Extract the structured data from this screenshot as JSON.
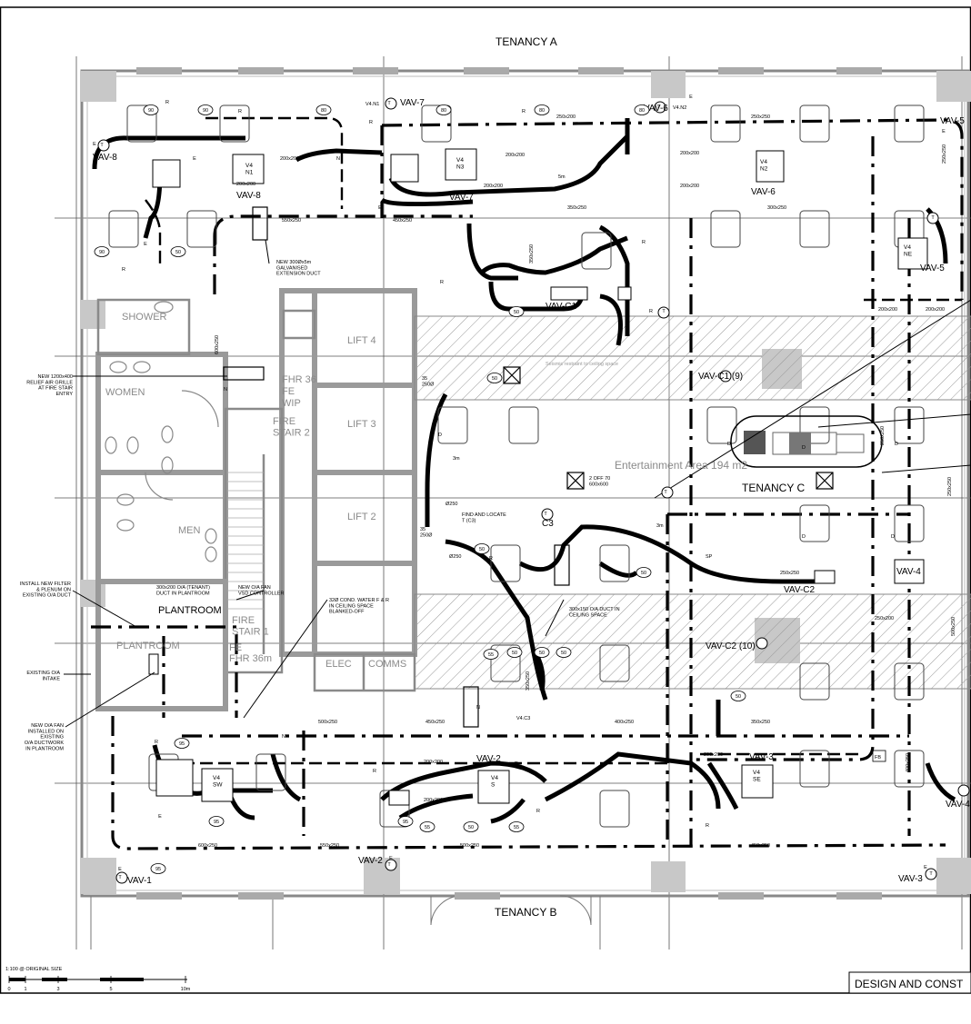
{
  "title_block": "DESIGN AND CONST",
  "scale_note": "1:100 @ ORIGINAL SIZE",
  "scale_ticks": [
    "0",
    "1",
    "3",
    "5",
    "10m"
  ],
  "tenancies": {
    "a": "TENANCY A",
    "b": "TENANCY B",
    "c": "TENANCY C"
  },
  "entertainment_area": "Entertainment Area 194 m2",
  "rooms": {
    "shower": "SHOWER",
    "women": "WOMEN",
    "men": "MEN",
    "plantroom": "PLANTROOM",
    "plantroom_dup": "PLANTROOM",
    "lift4": "LIFT 4",
    "lift3": "LIFT 3",
    "lift2": "LIFT 2",
    "fire_stair2": "FIRE\nSTAIR 2",
    "fire_stair1": "FIRE\nSTAIR 1",
    "fhr_upper": "FHR 36",
    "fe_upper": "FE",
    "wip": "WIP",
    "fe_lower": "FE",
    "fhr_lower": "FHR 36m",
    "elec": "ELEC",
    "comms": "COMMS",
    "fb": "FB"
  },
  "notes": {
    "relief": "NEW 1200x400\nRELIEF AIR GRILLE\nAT FIRE STAIR\nENTRY",
    "filter": "INSTALL NEW FILTER\n& PLENUM ON\nEXISTING O/A DUCT",
    "oa_intake": "EXISTING O/A\nINTAKE",
    "oa_fan": "NEW O/A FAN\nINSTALLED ON\nEXISTING\nO/A DUCTWORK\nIN PLANTROOM",
    "extension": "NEW 300Øx5m\nGALVANISED\nEXTENSION DUCT",
    "oa_tenant": "300x200 O/A (TENANT)\nDUCT IN PLANTROOM",
    "vsd": "NEW O/A FAN\nVSD CONTROLLER",
    "cond_water": "32Ø COND. WATER F & R\nIN CEILING SPACE\nBLANKED-OFF",
    "find_locate": "FIND AND LOCATE\nT (C3)",
    "oa_ceiling": "300x150 O/A DUCT IN\nCEILING SPACE",
    "off_grille": "2 OFF 70\n600x600"
  },
  "vav_labels": {
    "vav8_top": "VAV-8",
    "vav8": "VAV-8",
    "vav7_top": "VAV-7",
    "vav7": "VAV-7",
    "vav6_top": "VAV-6",
    "vav6": "VAV-6",
    "vav5_top": "VAV-5",
    "vav5": "VAV-5",
    "vav4": "VAV-4",
    "vav4_right": "VAV-4",
    "vav3": "VAV-3",
    "vav3_bot": "VAV-3",
    "vav2": "VAV-2",
    "vav2_bot": "VAV-2",
    "vav1": "VAV-1",
    "vavc1": "VAV-C1",
    "vavc1_9": "VAV-C1 (9)",
    "vavc2": "VAV-C2",
    "vavc2_10": "VAV-C2 (10)",
    "c3": "C3"
  },
  "unit_tags": {
    "u8": "V4\nN1",
    "u7": "V4\nN3",
    "u6": "V4\nN2",
    "u5": "V4\nNE",
    "u2": "V4\nS",
    "u3": "V4\nSE",
    "u1": "V4\nSW",
    "u_v4n1": "V4.N1",
    "u_v4n2": "V4.N2",
    "u_v4c3": "V4.C3"
  },
  "duct_sizes": {
    "d1": "200x200",
    "d2": "200x200",
    "d3": "550x250",
    "d4": "450x250",
    "d5": "250x200",
    "d6": "250x250",
    "d7": "200x200",
    "d8": "200x200",
    "d9": "350x250",
    "d10": "300x250",
    "d11": "200x200",
    "d12": "200x200",
    "d13": "250x250",
    "d14": "250x200",
    "d15": "200x200",
    "d16": "500x250",
    "d17": "450x250",
    "d18": "400x250",
    "d19": "350x250",
    "d20": "200x200",
    "d21": "200x200",
    "d22": "600x250",
    "d23": "550x250",
    "d24": "500x250",
    "d25": "450x250",
    "d26": "400x250",
    "d27": "350x250",
    "d28": "250x250",
    "d29": "600x250",
    "d30": "500x250",
    "d31": "250x250",
    "d32": "200x200",
    "d33": "350x250"
  },
  "air_flows": [
    "90",
    "90",
    "80",
    "80",
    "80",
    "80",
    "90",
    "50",
    "50",
    "50",
    "50",
    "50",
    "50",
    "50",
    "50",
    "50",
    "95",
    "95",
    "95",
    "95",
    "55",
    "55",
    "55",
    "50"
  ],
  "markers": {
    "e": "E",
    "r": "R",
    "d": "D",
    "n": "N",
    "t": "T",
    "five_m": "5m",
    "three_m": "3m",
    "phi250": "Ø250",
    "dim35": "35\n250Ø",
    "sp": "SP",
    "ceiling_note": "Seismic restraint to ceiling space"
  }
}
